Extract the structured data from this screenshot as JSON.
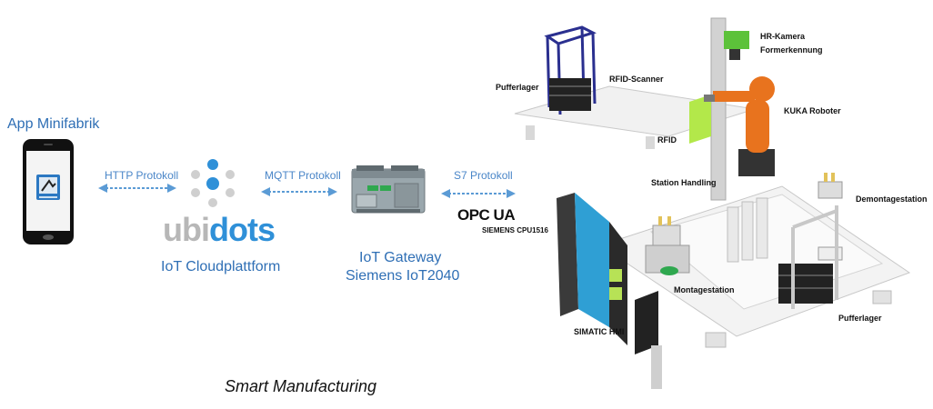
{
  "app": {
    "label": "App Minifabrik"
  },
  "protocols": {
    "http": "HTTP Protokoll",
    "mqtt": "MQTT Protokoll",
    "s7": "S7 Protokoll"
  },
  "cloud": {
    "logo_left": "ubi",
    "logo_right": "dots",
    "label": "IoT Cloudplattform"
  },
  "gateway": {
    "line1": "IoT Gateway",
    "line2": "Siemens IoT2040"
  },
  "opc": {
    "logo": "OPC UA",
    "cpu": "SIEMENS CPU1516"
  },
  "plant": {
    "pufferlager_top": "Pufferlager",
    "rfid_scanner": "RFID-Scanner",
    "hr_kamera": "HR-Kamera",
    "formerkennung": "Formerkennung",
    "kuka": "KUKA Roboter",
    "rfid": "RFID",
    "station_handling": "Station Handling",
    "demontage": "Demontagestation",
    "montage": "Montagestation",
    "pufferlager_bottom": "Pufferlager",
    "simatic": "SIMATIC HMI"
  },
  "caption": "Smart Manufacturing",
  "colors": {
    "accent": "#2f6fb5",
    "arrow": "#5b9bd5",
    "ubidots_blue": "#2f90d8",
    "ubidots_grey": "#b7b7b7",
    "robot_orange": "#e8731e",
    "camera_green": "#5cc23a"
  }
}
